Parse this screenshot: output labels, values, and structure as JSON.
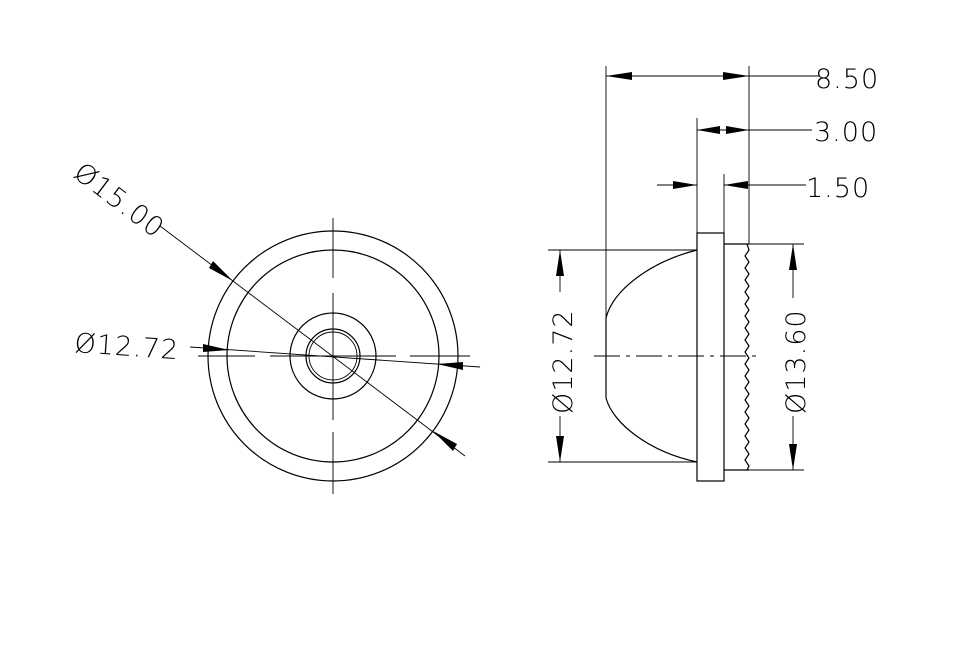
{
  "front_view": {
    "outer_diameter_label": "Ø15.00",
    "inner_diameter_label": "Ø12.72"
  },
  "side_view": {
    "overall_length_label": "8.50",
    "flange_length_label": "3.00",
    "flange_thickness_label": "1.50",
    "lens_diameter_label": "Ø12.72",
    "flange_diameter_label": "Ø13.60"
  }
}
